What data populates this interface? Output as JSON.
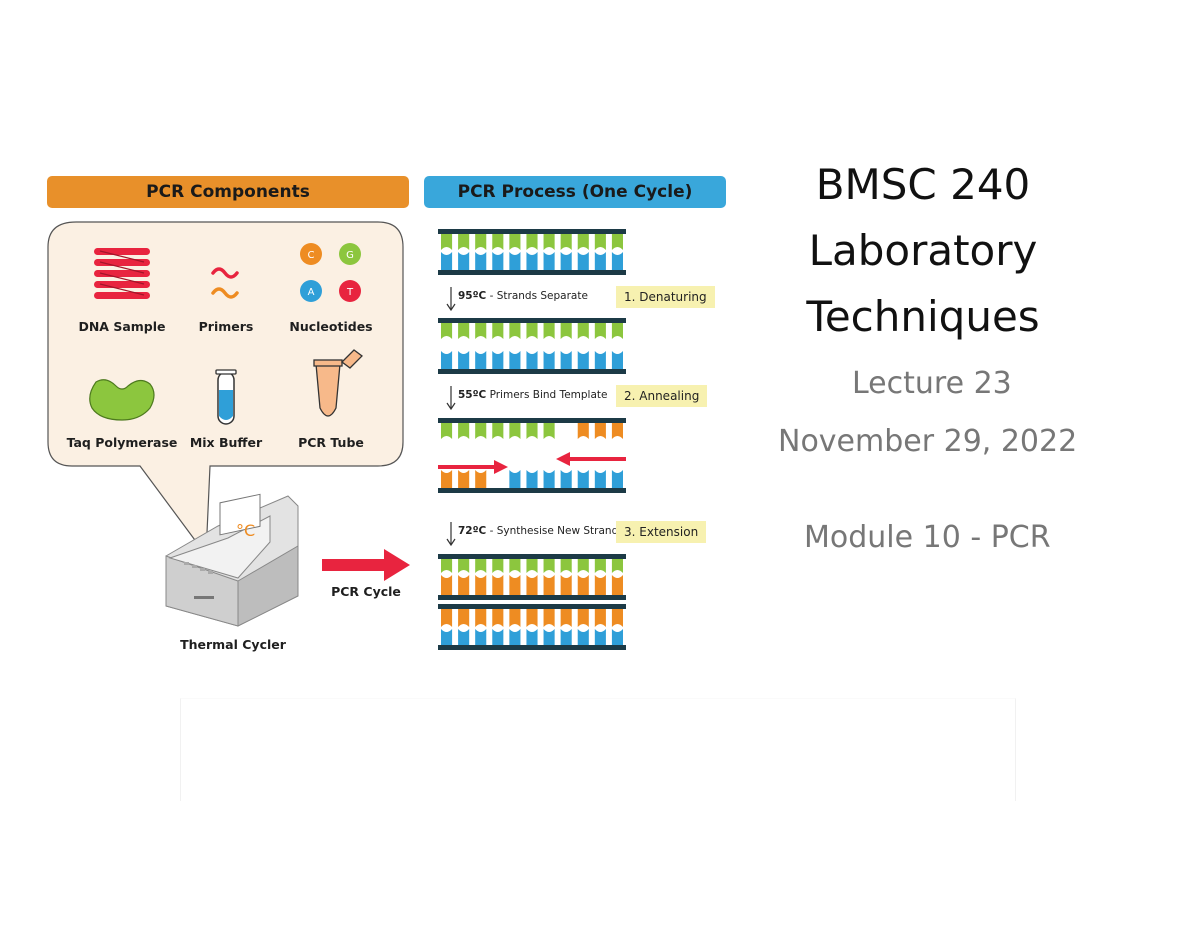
{
  "components": {
    "header": "PCR Components",
    "items": {
      "dna_sample": "DNA Sample",
      "primers": "Primers",
      "nucleotides": "Nucleotides",
      "taq": "Taq Polymerase",
      "mix_buffer": "Mix Buffer",
      "pcr_tube": "PCR Tube"
    },
    "nucleotide_letters": [
      "C",
      "G",
      "A",
      "T"
    ],
    "thermal_cycler": "Thermal Cycler",
    "cycle_arrow": "PCR Cycle"
  },
  "process": {
    "header": "PCR Process (One Cycle)",
    "steps": [
      {
        "temp": "95ºC",
        "text": " - Strands Separate",
        "badge": "1. Denaturing"
      },
      {
        "temp": "55ºC",
        "text": "  Primers Bind Template",
        "badge": "2. Annealing"
      },
      {
        "temp": "72ºC",
        "text": " - Synthesise New Strand",
        "badge": "3. Extension"
      }
    ]
  },
  "slide": {
    "title_line1": "BMSC 240",
    "title_line2": "Laboratory",
    "title_line3": "Techniques",
    "lecture": "Lecture 23",
    "date": "November 29, 2022",
    "module": "Module 10 - PCR"
  },
  "colors": {
    "orange_header": "#e8902a",
    "blue_header": "#39a7db",
    "green_base": "#8cc63e",
    "blue_base": "#2f9fd8",
    "orange_base": "#ee8c22",
    "backbone": "#1c3a46",
    "primer_red": "#e8243f"
  }
}
